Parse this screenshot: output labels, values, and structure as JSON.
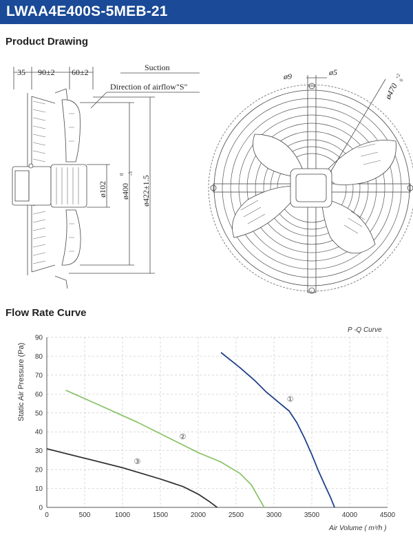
{
  "header": {
    "model": "LWAA4E400S-5MEB-21"
  },
  "sections": {
    "drawing_title": "Product Drawing",
    "curve_title": "Flow Rate Curve"
  },
  "drawing": {
    "dim_35": "35",
    "dim_90": "90±2",
    "dim_60": "60±2",
    "suction": "Suction",
    "airflow": "Direction of airflow\"S\"",
    "dia_102": "ø102",
    "dia_400": "ø400",
    "dia_400_tol_top": "0",
    "dia_400_tol_bottom": "-3",
    "dia_422": "ø422±1.5",
    "dia_9": "ø9",
    "dia_5": "ø5",
    "dia_470": "ø470",
    "dia_470_tol_top": "+2",
    "dia_470_tol_bottom": "0"
  },
  "chart_data": {
    "type": "line",
    "title": "P -Q Curve",
    "xlabel": "Air Volume ( m³/h )",
    "ylabel": "Static Air Pressure  (Pa)",
    "xlim": [
      0,
      4500
    ],
    "ylim": [
      0,
      90
    ],
    "x_ticks": [
      "0",
      "500",
      "1000",
      "1500",
      "2000",
      "2500",
      "3000",
      "3500",
      "4000",
      "4500"
    ],
    "y_ticks": [
      "0",
      "10",
      "20",
      "30",
      "40",
      "50",
      "60",
      "70",
      "80",
      "90"
    ],
    "grid": "dashed",
    "series": [
      {
        "name": "①",
        "color": "#1f3f8a",
        "points": [
          [
            2300,
            82
          ],
          [
            2550,
            74
          ],
          [
            2750,
            67
          ],
          [
            2900,
            61
          ],
          [
            3050,
            56
          ],
          [
            3200,
            51
          ],
          [
            3300,
            45
          ],
          [
            3400,
            37
          ],
          [
            3500,
            28
          ],
          [
            3580,
            20
          ],
          [
            3670,
            12
          ],
          [
            3750,
            5
          ],
          [
            3800,
            0
          ]
        ]
      },
      {
        "name": "②",
        "color": "#8cc46a",
        "points": [
          [
            250,
            62
          ],
          [
            700,
            54
          ],
          [
            1200,
            45
          ],
          [
            1600,
            37
          ],
          [
            2000,
            29
          ],
          [
            2300,
            24
          ],
          [
            2550,
            18
          ],
          [
            2700,
            12
          ],
          [
            2800,
            5
          ],
          [
            2870,
            0
          ]
        ]
      },
      {
        "name": "③",
        "color": "#333333",
        "points": [
          [
            0,
            31
          ],
          [
            500,
            26
          ],
          [
            1000,
            21
          ],
          [
            1500,
            15
          ],
          [
            1800,
            11
          ],
          [
            2000,
            7
          ],
          [
            2150,
            3
          ],
          [
            2250,
            0
          ]
        ]
      }
    ]
  }
}
